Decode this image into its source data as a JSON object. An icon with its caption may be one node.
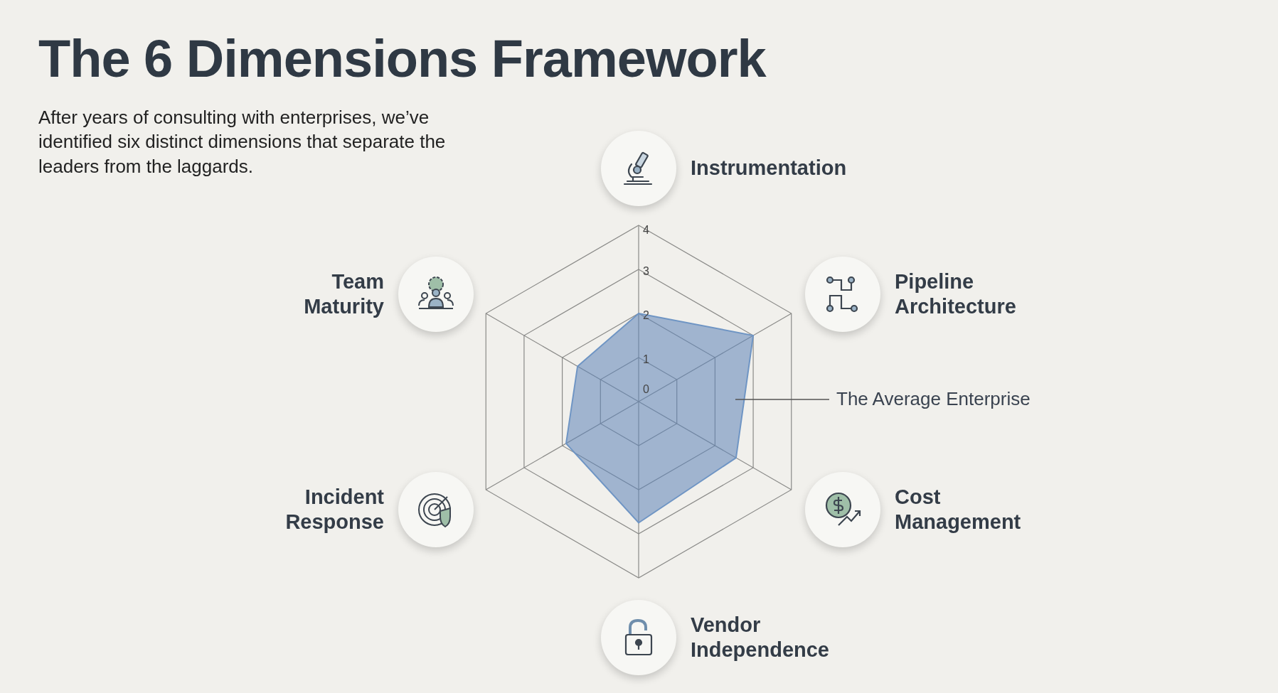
{
  "diagram": {
    "title": "The 6 Dimensions Framework",
    "nodes": [
      {
        "text": [
          "Instrumentation"
        ]
      },
      {
        "text": [
          "Team Maturity"
        ]
      },
      {
        "text": [
          "Pipeline Architecture"
        ]
      },
      {
        "text": [],
        "shape": "polygon"
      },
      {
        "text": [
          "The Average Enterprise"
        ]
      },
      {
        "text": [
          "Incident Response"
        ]
      },
      {
        "text": [
          "Cost Management"
        ]
      },
      {
        "text": [
          "Vendor Independence"
        ]
      }
    ],
    "edges": [
      {
        "from": 4,
        "to": 3,
        "arrow": "none"
      }
    ],
    "labels": [
      "After years of consulting with enterprises, we’ve identified six distinct dimensions that separate the leaders from the laggards.",
      "4",
      "3",
      "2",
      "1",
      "0"
    ]
  }
}
